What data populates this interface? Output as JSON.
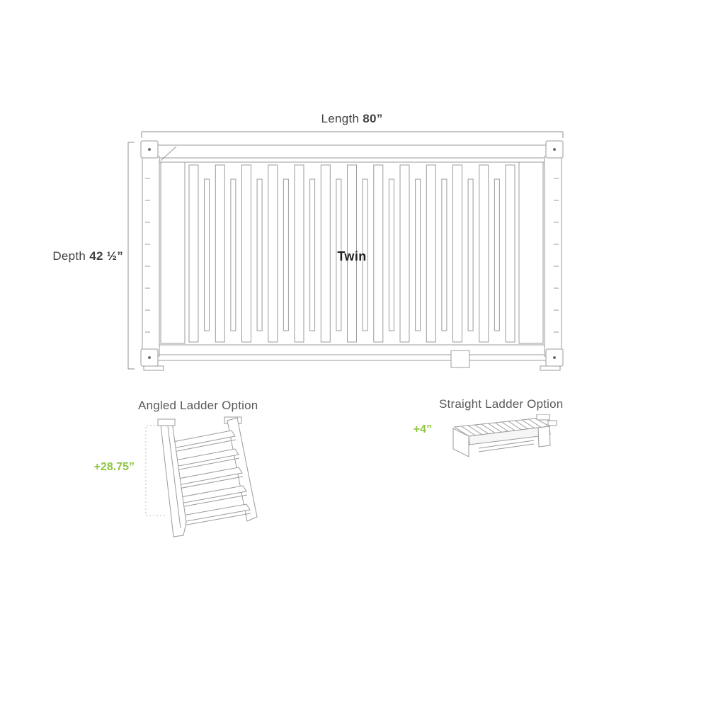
{
  "bed_diagram": {
    "size_label": "Twin",
    "length": {
      "label": "Length",
      "value": "80”"
    },
    "depth": {
      "label": "Depth",
      "value": "42 ½”"
    }
  },
  "options": {
    "angled_ladder": {
      "title": "Angled Ladder Option",
      "added_height": "+28.75”"
    },
    "straight_ladder": {
      "title": "Straight Ladder Option",
      "added_height": "+4”"
    }
  },
  "colors": {
    "accent_green": "#8dc63f",
    "line_gray": "#9b9b9b",
    "text_dark": "#414042",
    "text_gray": "#58595b"
  }
}
